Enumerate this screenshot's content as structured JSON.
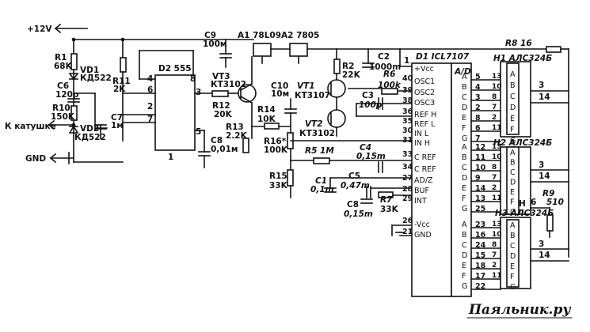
{
  "labels": {
    "supply": "+12V",
    "ground": "GND",
    "coil": "К катушке",
    "watermark": "Паяльник.ру",
    "regulator_a": "A1 78L09",
    "regulator_b": "A2 7805"
  },
  "components": {
    "R1": "R1",
    "R1_val": "68K",
    "VD1": "VD1",
    "VD1_type": "КД522",
    "C6": "C6",
    "C6_val": "120p",
    "R10": "R10",
    "R10_val": "150K",
    "VD2": "VD2",
    "VD2_type": "КД522",
    "R11": "R11",
    "R11_val": "2K",
    "C7": "C7",
    "C7_val": "1м",
    "D2": "D2 555",
    "C9": "C9",
    "C9_val": "100м",
    "VT3": "VT3",
    "VT3_type": "КТ3102",
    "R12": "R12",
    "R12_val": "20K",
    "R13": "R13",
    "R13_val": "2.2K",
    "C8": "C8",
    "C8_val": "0,01м",
    "C10": "C10",
    "C10_val": "10м",
    "R14": "R14",
    "R14_val": "10K",
    "R16": "R16*",
    "R16_val": "100K",
    "R15": "R15",
    "R15_val": "33K",
    "R5": "R5 1M",
    "VT1": "VT1",
    "VT1_type": "КТ3107",
    "VT2": "VT2",
    "VT2_type": "КТ3102",
    "R2": "R2",
    "R2_val": "22K",
    "R6": "R6",
    "R6_val": "100k",
    "C3": "C3",
    "C3_val": "100p",
    "C2": "C2",
    "C2_val": "1000m",
    "C4": "C4",
    "C4_val": "0,15m",
    "C5": "C5",
    "C5_val": "0,47m",
    "C1": "C1",
    "C1_val": "0,1m",
    "C8b": "C8",
    "C8b_val": "0,15m",
    "R7": "R7",
    "R7_val": "33K",
    "D1": "D1 ICL7107",
    "R8": "R8 16",
    "H1": "H1 АЛС324Б",
    "H2": "H2 АЛС324Б",
    "H3": "H3 АЛС324Б",
    "R9": "R9",
    "R9_val": "510"
  },
  "ic_pins": {
    "left_top": [
      {
        "num": "1",
        "name": "+Vcc"
      },
      {
        "num": "40",
        "name": "OSC1"
      },
      {
        "num": "39",
        "name": "OSC2"
      },
      {
        "num": "38",
        "name": "OSC3"
      },
      {
        "num": "36",
        "name": "REF H"
      },
      {
        "num": "35",
        "name": "REF L"
      },
      {
        "num": "30",
        "name": "IN L"
      },
      {
        "num": "31",
        "name": "IN H"
      },
      {
        "num": "33",
        "name": "C REF"
      },
      {
        "num": "34",
        "name": "C REF"
      },
      {
        "num": "27",
        "name": "AD/Z"
      },
      {
        "num": "28",
        "name": "BUF"
      },
      {
        "num": "29",
        "name": "INT"
      },
      {
        "num": "26",
        "name": "-Vcc"
      },
      {
        "num": "21",
        "name": "GND"
      }
    ],
    "ad_label": "A/D",
    "segment_letters": [
      "A",
      "B",
      "C",
      "D",
      "E",
      "F",
      "G"
    ],
    "group1_pins": [
      "5",
      "4",
      "3",
      "2",
      "8",
      "6",
      "7"
    ],
    "group2_pins": [
      "12",
      "11",
      "10",
      "9",
      "14",
      "13",
      "25"
    ],
    "group3_pins": [
      "23",
      "16",
      "24",
      "15",
      "18",
      "17",
      "22"
    ],
    "h1_pins": [
      "13",
      "10",
      "8",
      "7",
      "2",
      "11"
    ],
    "h2_pins": [
      "13",
      "10",
      "8",
      "7",
      "2",
      "11"
    ],
    "h3_pins": [
      "13",
      "10",
      "8",
      "7",
      "2",
      "11"
    ],
    "h_right_pins": [
      "3",
      "14",
      "3",
      "14",
      "6",
      "3",
      "14"
    ],
    "h_letter": "H",
    "d2_pins": [
      "4",
      "8",
      "6",
      "2",
      "7",
      "3",
      "5",
      "1"
    ],
    "reg_pin": "1"
  }
}
